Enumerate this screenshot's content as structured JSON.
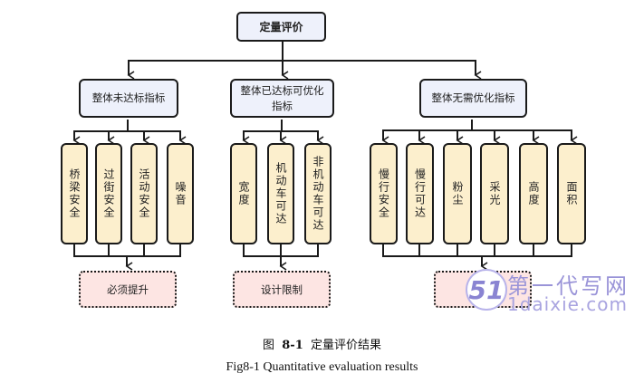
{
  "diagram": {
    "root": {
      "label": "定量评价"
    },
    "categories": [
      {
        "label": "整体未达标指标",
        "children": [
          "桥梁安全",
          "过街安全",
          "活动安全",
          "噪音"
        ],
        "result": "必须提升"
      },
      {
        "label": "整体已达标可优化指标",
        "children": [
          "宽度",
          "机动车可达",
          "非机动车可达"
        ],
        "result": "设计限制"
      },
      {
        "label": "整体无需优化指标",
        "children": [
          "慢行安全",
          "慢行可达",
          "粉尘",
          "采光",
          "高度",
          "面积"
        ],
        "result": ""
      }
    ],
    "colors": {
      "root_fill": "#eef1fb",
      "category_fill": "#eef1fb",
      "leaf_fill": "#fcefcd",
      "result_fill": "#fde5e3",
      "stroke": "#1a1a1a"
    }
  },
  "caption": {
    "cn_prefix": "图",
    "cn_number": "8-1",
    "cn_title": "定量评价结果",
    "en": "Fig8-1 Quantitative evaluation results"
  },
  "watermark": {
    "logo": "51",
    "title": "第一代写网",
    "url": "1daixie.com"
  }
}
